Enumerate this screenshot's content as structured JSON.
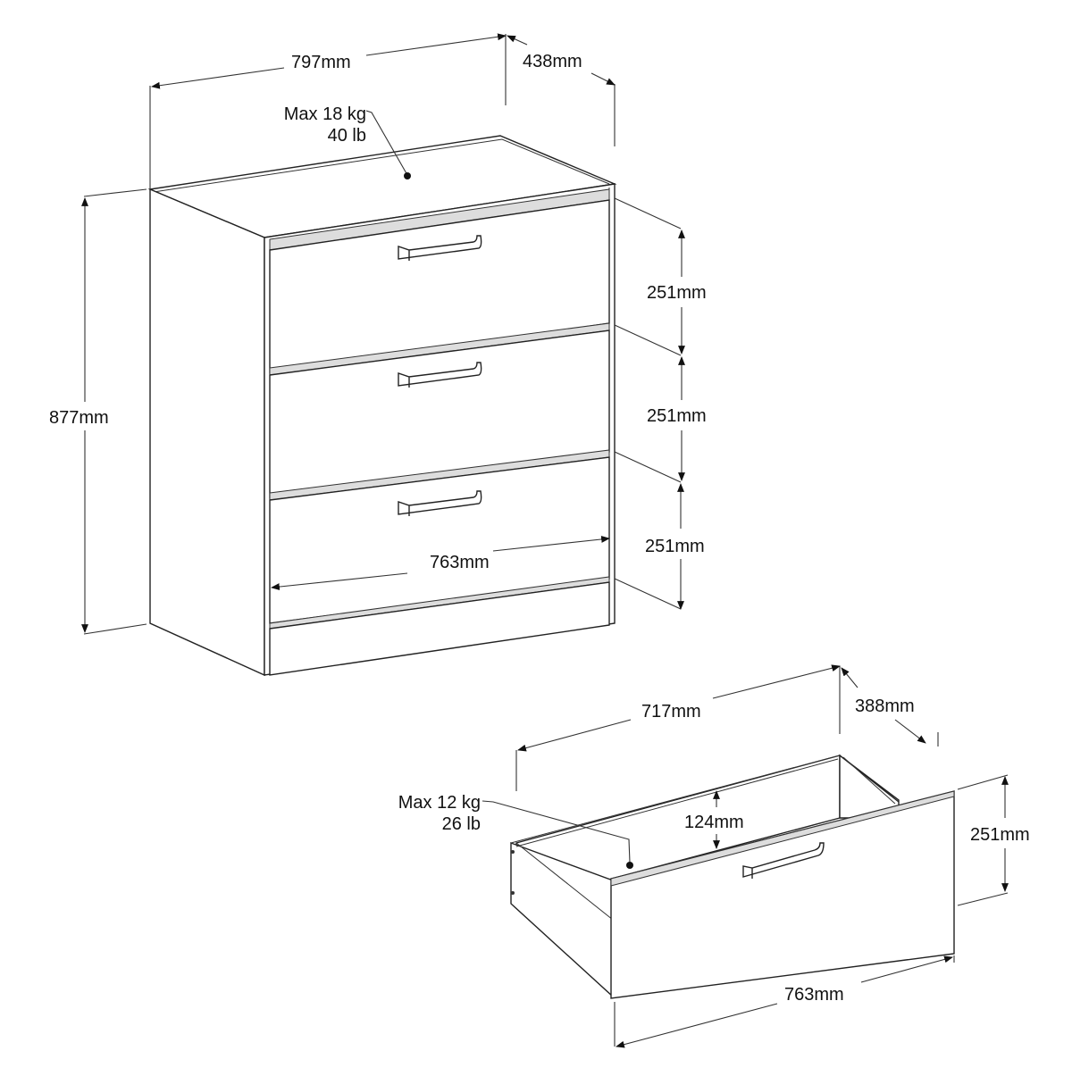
{
  "diagram": {
    "subject": "3-drawer chest dimensions",
    "colors": {
      "line": "#222222",
      "text": "#111111",
      "background": "#ffffff"
    }
  },
  "chest": {
    "width_label": "797mm",
    "depth_label": "438mm",
    "height_label": "877mm",
    "top_load": {
      "line1": "Max 18 kg",
      "line2": "40 lb"
    },
    "drawer_heights": [
      "251mm",
      "251mm",
      "251mm"
    ],
    "inner_width_label": "763mm",
    "drawer_count": 3
  },
  "drawer": {
    "inner_width_label": "717mm",
    "inner_depth_label": "388mm",
    "inner_height_label": "124mm",
    "front_height_label": "251mm",
    "front_width_label": "763mm",
    "load": {
      "line1": "Max 12 kg",
      "line2": "26 lb"
    }
  }
}
